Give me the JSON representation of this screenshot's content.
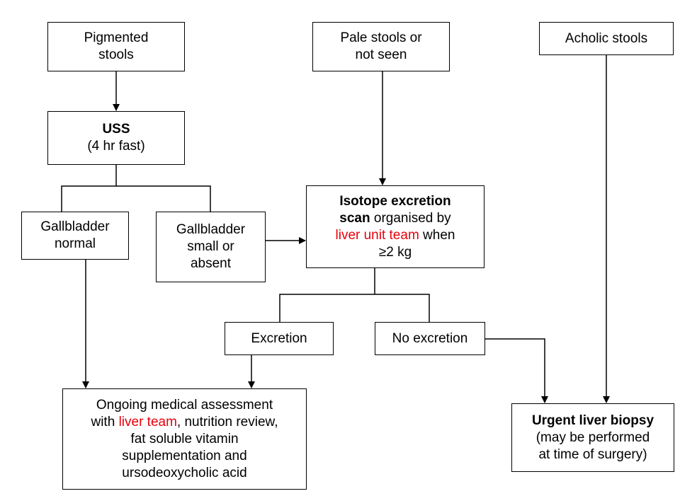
{
  "nodes": {
    "pigmented": {
      "line1": "Pigmented",
      "line2": "stools"
    },
    "pale": {
      "line1": "Pale stools or",
      "line2": "not seen"
    },
    "acholic": {
      "text": "Acholic stools"
    },
    "uss": {
      "title": "USS",
      "line2": "(4 hr fast)"
    },
    "gallbladder_normal": {
      "line1": "Gallbladder",
      "line2": "normal"
    },
    "gallbladder_small": {
      "line1": "Gallbladder",
      "line2": "small or",
      "line3": "absent"
    },
    "isotope": {
      "bold1": "Isotope excretion",
      "bold2": "scan",
      "text2": " organised by",
      "red3": "liver unit team",
      "text3": " when",
      "line4": "≥2 kg"
    },
    "excretion": {
      "text": "Excretion"
    },
    "no_excretion": {
      "text": "No excretion"
    },
    "ongoing": {
      "line1": "Ongoing medical assessment",
      "pre2": "with ",
      "red2": "liver team",
      "post2": ", nutrition review,",
      "line3": "fat soluble vitamin",
      "line4": "supplementation and",
      "line5": "ursodeoxycholic acid"
    },
    "biopsy": {
      "title": "Urgent liver biopsy",
      "line2": "(may be performed",
      "line3": "at time of surgery)"
    }
  },
  "colors": {
    "highlight": "#e8000b",
    "line": "#000000"
  }
}
